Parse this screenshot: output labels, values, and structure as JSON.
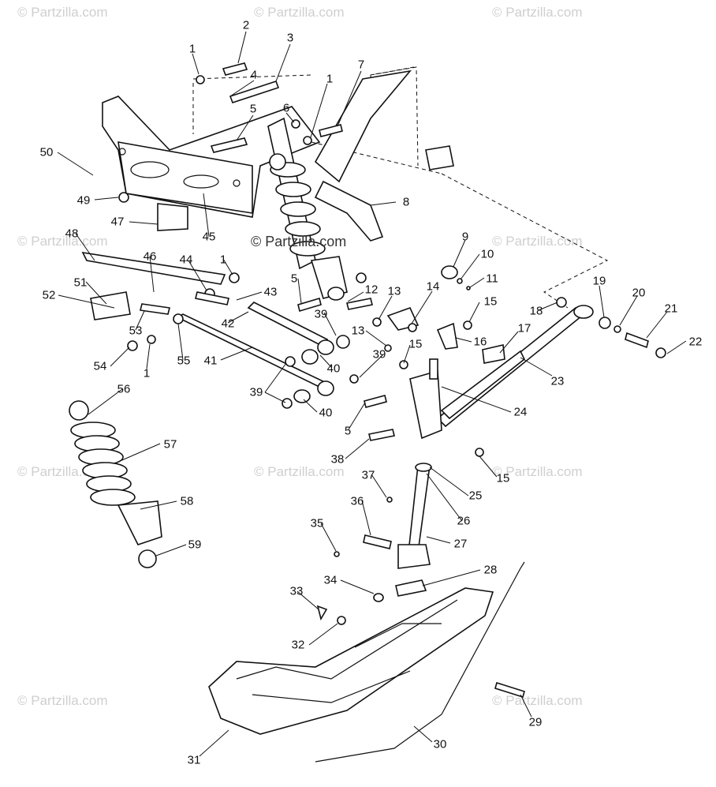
{
  "watermarks": {
    "site": "© Partzilla.com",
    "center": "© Partzilla.com"
  },
  "callouts": [
    {
      "id": "1a",
      "text": "1"
    },
    {
      "id": "2",
      "text": "2"
    },
    {
      "id": "3",
      "text": "3"
    },
    {
      "id": "4",
      "text": "4"
    },
    {
      "id": "5a",
      "text": "5"
    },
    {
      "id": "6",
      "text": "6"
    },
    {
      "id": "7",
      "text": "7"
    },
    {
      "id": "1b",
      "text": "1"
    },
    {
      "id": "8",
      "text": "8"
    },
    {
      "id": "9",
      "text": "9"
    },
    {
      "id": "10",
      "text": "10"
    },
    {
      "id": "11",
      "text": "11"
    },
    {
      "id": "12",
      "text": "12"
    },
    {
      "id": "13a",
      "text": "13"
    },
    {
      "id": "14",
      "text": "14"
    },
    {
      "id": "15a",
      "text": "15"
    },
    {
      "id": "16",
      "text": "16"
    },
    {
      "id": "13b",
      "text": "13"
    },
    {
      "id": "15b",
      "text": "15"
    },
    {
      "id": "17",
      "text": "17"
    },
    {
      "id": "18",
      "text": "18"
    },
    {
      "id": "19",
      "text": "19"
    },
    {
      "id": "20",
      "text": "20"
    },
    {
      "id": "21",
      "text": "21"
    },
    {
      "id": "22",
      "text": "22"
    },
    {
      "id": "23",
      "text": "23"
    },
    {
      "id": "24",
      "text": "24"
    },
    {
      "id": "25",
      "text": "25"
    },
    {
      "id": "15c",
      "text": "15"
    },
    {
      "id": "26",
      "text": "26"
    },
    {
      "id": "27",
      "text": "27"
    },
    {
      "id": "28",
      "text": "28"
    },
    {
      "id": "29",
      "text": "29"
    },
    {
      "id": "30",
      "text": "30"
    },
    {
      "id": "31",
      "text": "31"
    },
    {
      "id": "32",
      "text": "32"
    },
    {
      "id": "33",
      "text": "33"
    },
    {
      "id": "34",
      "text": "34"
    },
    {
      "id": "35",
      "text": "35"
    },
    {
      "id": "36",
      "text": "36"
    },
    {
      "id": "37",
      "text": "37"
    },
    {
      "id": "38",
      "text": "38"
    },
    {
      "id": "5b",
      "text": "5"
    },
    {
      "id": "5c",
      "text": "5"
    },
    {
      "id": "39a",
      "text": "39"
    },
    {
      "id": "39b",
      "text": "39"
    },
    {
      "id": "39c",
      "text": "39"
    },
    {
      "id": "40a",
      "text": "40"
    },
    {
      "id": "40b",
      "text": "40"
    },
    {
      "id": "41",
      "text": "41"
    },
    {
      "id": "42",
      "text": "42"
    },
    {
      "id": "43",
      "text": "43"
    },
    {
      "id": "44",
      "text": "44"
    },
    {
      "id": "1c",
      "text": "1"
    },
    {
      "id": "45",
      "text": "45"
    },
    {
      "id": "46",
      "text": "46"
    },
    {
      "id": "47",
      "text": "47"
    },
    {
      "id": "48",
      "text": "48"
    },
    {
      "id": "49",
      "text": "49"
    },
    {
      "id": "50",
      "text": "50"
    },
    {
      "id": "51",
      "text": "51"
    },
    {
      "id": "52",
      "text": "52"
    },
    {
      "id": "53",
      "text": "53"
    },
    {
      "id": "54",
      "text": "54"
    },
    {
      "id": "1d",
      "text": "1"
    },
    {
      "id": "55",
      "text": "55"
    },
    {
      "id": "56",
      "text": "56"
    },
    {
      "id": "57",
      "text": "57"
    },
    {
      "id": "58",
      "text": "58"
    },
    {
      "id": "59",
      "text": "59"
    }
  ]
}
